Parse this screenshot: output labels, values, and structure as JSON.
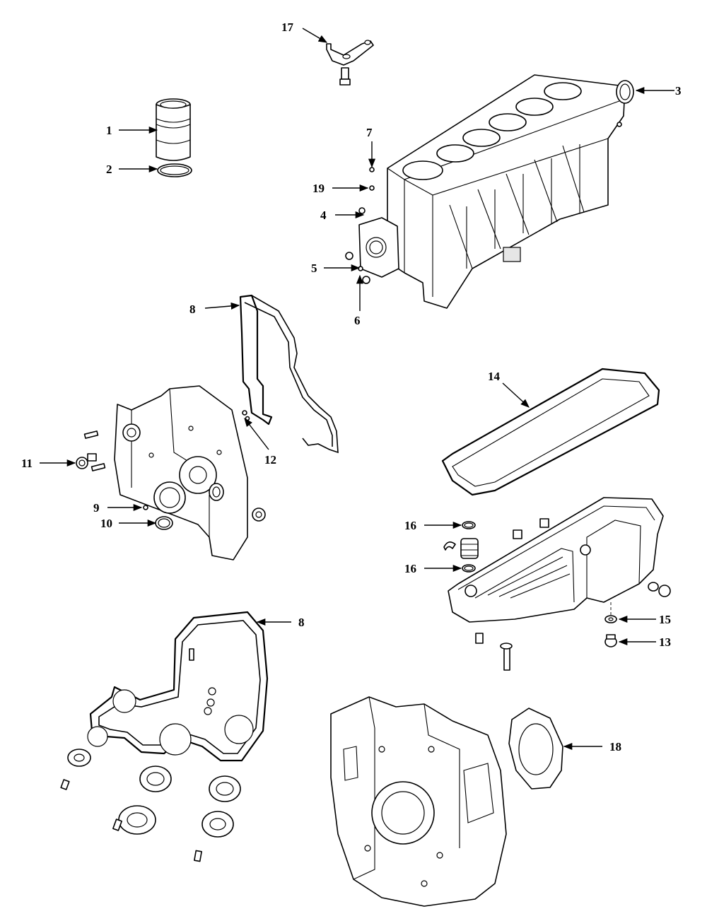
{
  "callouts": [
    {
      "id": "c1",
      "number": "1"
    },
    {
      "id": "c2",
      "number": "2"
    },
    {
      "id": "c3",
      "number": "3"
    },
    {
      "id": "c4",
      "number": "4"
    },
    {
      "id": "c5",
      "number": "5"
    },
    {
      "id": "c6",
      "number": "6"
    },
    {
      "id": "c7",
      "number": "7"
    },
    {
      "id": "c8a",
      "number": "8"
    },
    {
      "id": "c8b",
      "number": "8"
    },
    {
      "id": "c9",
      "number": "9"
    },
    {
      "id": "c10",
      "number": "10"
    },
    {
      "id": "c11",
      "number": "11"
    },
    {
      "id": "c12",
      "number": "12"
    },
    {
      "id": "c13",
      "number": "13"
    },
    {
      "id": "c14",
      "number": "14"
    },
    {
      "id": "c15",
      "number": "15"
    },
    {
      "id": "c16a",
      "number": "16"
    },
    {
      "id": "c16b",
      "number": "16"
    },
    {
      "id": "c17",
      "number": "17"
    },
    {
      "id": "c18",
      "number": "18"
    },
    {
      "id": "c19",
      "number": "19"
    }
  ]
}
